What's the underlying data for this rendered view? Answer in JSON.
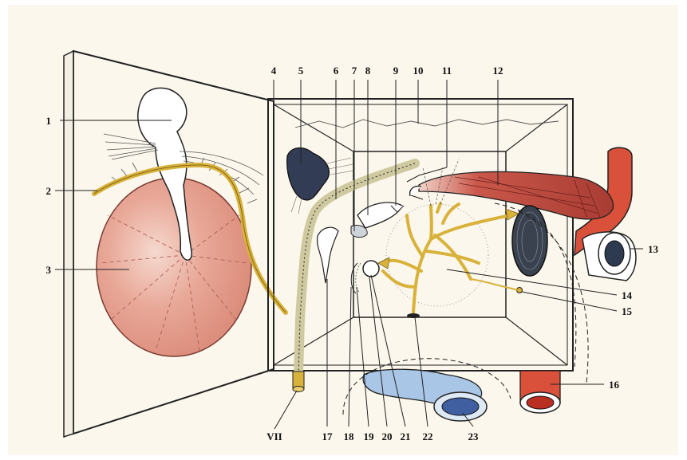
{
  "labels": {
    "l1": "1",
    "l2": "2",
    "l3": "3",
    "l4": "4",
    "l5": "5",
    "l6": "6",
    "l7": "7",
    "l8": "8",
    "l9": "9",
    "l10": "10",
    "l11": "11",
    "l12": "12",
    "l13": "13",
    "l14": "14",
    "l15": "15",
    "l16": "16",
    "l17": "17",
    "l18": "18",
    "l19": "19",
    "l20": "20",
    "l21": "21",
    "l22": "22",
    "l23": "23",
    "lVII": "VII"
  },
  "colors": {
    "background": "#fbf7ec",
    "tympanic_membrane": "#e39a8a",
    "chorda_tympani_nerve": "#d8b23a",
    "tensor_tympani_muscle": "#b9473c",
    "carotid_artery": "#d9503b",
    "jugular_bulb": "#a9c6e6",
    "outline": "#222222"
  }
}
